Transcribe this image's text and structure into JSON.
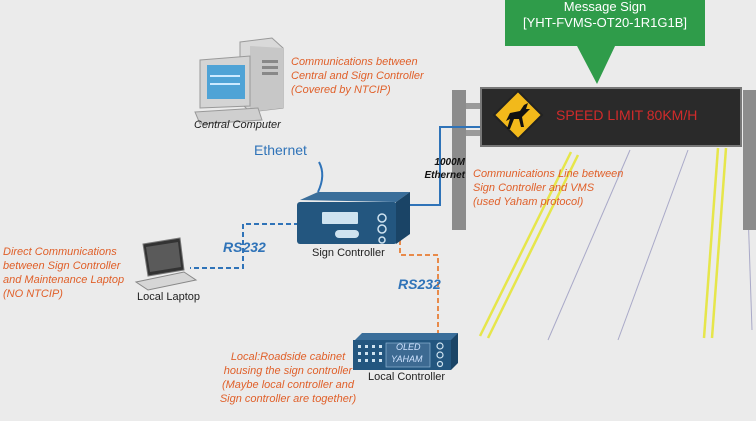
{
  "sign": {
    "callout_lines": [
      "Message Sign",
      "[YHT-FVMS-OT20-1R1G1B]"
    ],
    "message": "SPEED LIMIT 80KM/H",
    "icon": "deer-crossing-icon"
  },
  "notes": {
    "central": [
      "Communications between",
      "Central and Sign  Controller",
      "(Covered by NTCIP)"
    ],
    "vms_line": [
      "Communications Line between",
      "Sign Controller and VMS",
      "(used Yaham protocol)"
    ],
    "laptop": [
      "Direct Communications",
      "between Sign Controller",
      "and Maintenance Laptop",
      "(NO NTCIP)"
    ],
    "cabinet": [
      "Local:Roadside cabinet",
      "housing the sign controller",
      "(Maybe local controller and",
      "Sign controller are together)"
    ]
  },
  "labels": {
    "central_computer": "Central Computer",
    "ethernet": "Ethernet",
    "ethernet_1000m": [
      "1000M",
      "Ethernet"
    ],
    "sign_controller": "Sign Controller",
    "rs232_left": "RS232",
    "rs232_bottom": "RS232",
    "local_laptop": "Local Laptop",
    "local_controller": "Local Controller",
    "panel_line1": "OLED",
    "panel_line2": "YAHAM"
  },
  "colors": {
    "note": "#e0602a",
    "link_blue": "#2f73b8",
    "link_orange": "#e88a4a",
    "callout_green": "#2f9c4a",
    "sign_text": "#d12b2b",
    "road_yellow": "#e6e64a"
  }
}
